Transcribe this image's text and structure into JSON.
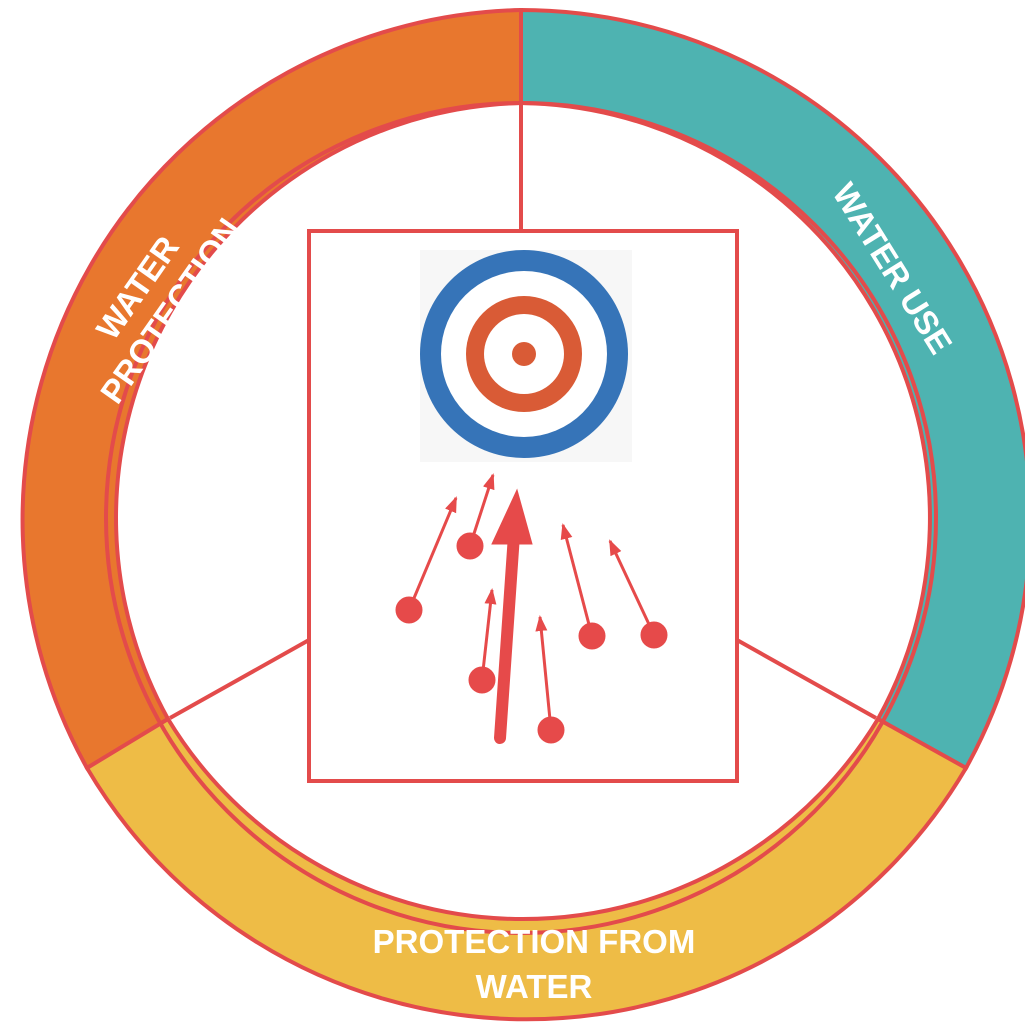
{
  "segments": {
    "water_protection": {
      "line1": "WATER",
      "line2": "PROTECTION",
      "color": "#E8772E"
    },
    "water_use": {
      "label": "WATER USE",
      "color": "#4EB3B1"
    },
    "protection_from_water": {
      "line1": "PROTECTION FROM",
      "line2": "WATER",
      "color": "#EEBC46"
    }
  },
  "colors": {
    "outline": "#E34B4B",
    "target_outer": "#3674B8",
    "target_inner": "#D95B36",
    "arrows": "#E64A4A",
    "background": "#FFFFFF"
  },
  "center_icon": "target-with-converging-arrows-icon"
}
